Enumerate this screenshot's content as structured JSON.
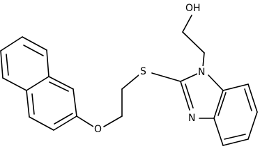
{
  "molecule": {
    "atoms": [
      {
        "id": "OH",
        "symbol": "OH"
      },
      {
        "id": "S",
        "symbol": "S"
      },
      {
        "id": "N1",
        "symbol": "N"
      },
      {
        "id": "N3",
        "symbol": "N"
      },
      {
        "id": "O",
        "symbol": "O"
      }
    ]
  },
  "colors": {
    "bond": "#000000",
    "label": "#000000",
    "background": "#ffffff"
  }
}
